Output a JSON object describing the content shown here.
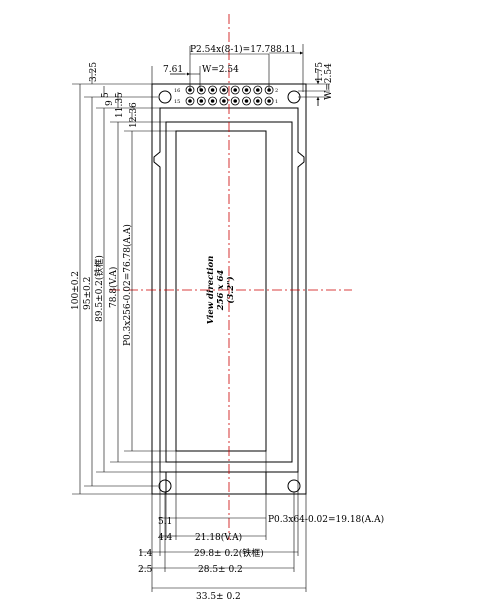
{
  "top_dimensions": {
    "pitch_total": "P2.54x(8-1)=17.78",
    "offset_right": "8.11",
    "offset_left": "7.61",
    "pad_width": "W=2.54",
    "pad_height": "1.75",
    "pad_width_right": "W=2.54"
  },
  "left_dimensions": {
    "top_offset": "3.25",
    "pin_row_offset_1": "5",
    "pin_row_offset_2": "9",
    "bezel_top": "11.35",
    "active_top": "12.36",
    "total_length": "100±0.2",
    "hole_pitch": "95±0.2",
    "bezel_length": "89.5±0.2(铁框)",
    "view_area": "78.8(V.A)",
    "active_area": "P0.3x256-0.02=76.78(A.A)"
  },
  "pin_numbers": {
    "top_left": "16",
    "top_right": "2",
    "bottom_left": "15",
    "bottom_right": "1"
  },
  "center_text": {
    "view_direction": "View direction",
    "resolution": "256 x 64",
    "size": "(3.2\")"
  },
  "bottom_dimensions": {
    "bezel_left": "5.1",
    "view_left": "4.4",
    "active_width": "P0.3x64-0.02=19.18(A.A)",
    "view_width": "21.18(V.A)",
    "bezel_offset": "1.4",
    "bezel_width": "29.8± 0.2(铁框)",
    "hole_offset": "2.5",
    "hole_pitch": "28.5± 0.2",
    "total_width": "33.5± 0.2"
  },
  "colors": {
    "line": "#000000",
    "centerline": "#cc0000",
    "background": "#ffffff"
  }
}
